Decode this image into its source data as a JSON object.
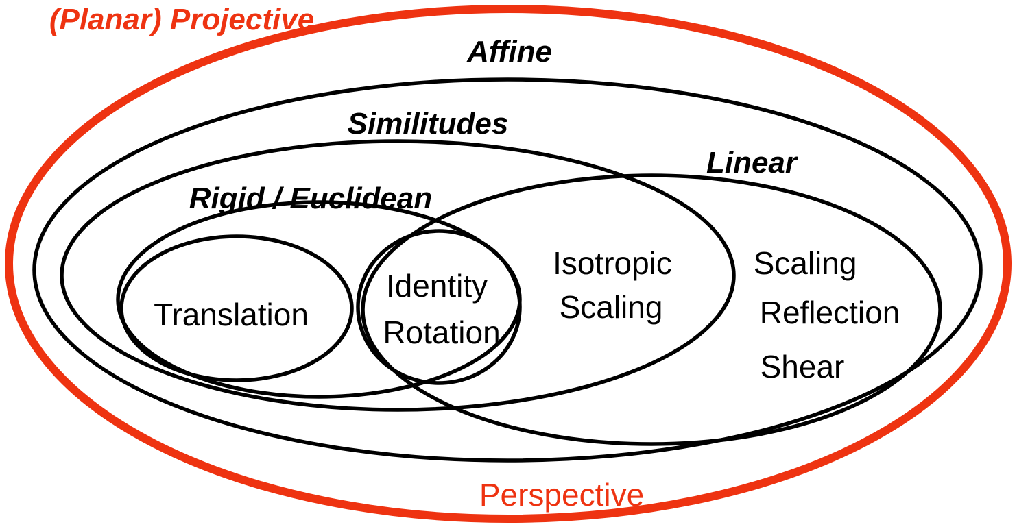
{
  "diagram": {
    "type": "euler-venn",
    "title": "(Planar) Projective",
    "description": "Hierarchy of planar geometric transformations shown as nested and overlapping ellipses",
    "sets": [
      {
        "name": "projective",
        "label": "(Planar) Projective",
        "alt_label": "Perspective",
        "stroke_color": "#EE3311",
        "contains": [
          "affine",
          "similitudes",
          "linear",
          "rigid",
          "translation",
          "identity"
        ]
      },
      {
        "name": "affine",
        "label": "Affine",
        "stroke_color": "#000000",
        "contains": [
          "similitudes",
          "linear",
          "rigid",
          "translation",
          "identity"
        ]
      },
      {
        "name": "similitudes",
        "label": "Similitudes",
        "stroke_color": "#000000",
        "contains": [
          "rigid",
          "translation",
          "identity"
        ],
        "overlaps": [
          "linear"
        ]
      },
      {
        "name": "linear",
        "label": "Linear",
        "stroke_color": "#000000",
        "overlaps": [
          "similitudes",
          "rigid",
          "identity"
        ]
      },
      {
        "name": "rigid",
        "label": "Rigid / Euclidean",
        "stroke_color": "#000000",
        "contains": [
          "translation",
          "identity"
        ]
      },
      {
        "name": "translation",
        "label": "Translation",
        "stroke_color": "#000000"
      },
      {
        "name": "identity",
        "label": "Identity Rotation",
        "stroke_color": "#000000"
      }
    ],
    "region_labels": [
      {
        "region": "similitudes ∩ linear",
        "text": "Isotropic Scaling"
      },
      {
        "region": "linear only",
        "text": "Scaling Reflection Shear"
      },
      {
        "region": "projective bottom",
        "text": "Perspective"
      }
    ]
  },
  "labels": {
    "projective": "(Planar) Projective",
    "affine": "Affine",
    "similitudes": "Similitudes",
    "linear": "Linear",
    "rigid": "Rigid / Euclidean",
    "translation": "Translation",
    "identity": "Identity",
    "rotation": "Rotation",
    "isotropic_line1": "Isotropic",
    "isotropic_line2": "Scaling",
    "scaling_right": "Scaling",
    "reflection": "Reflection",
    "shear": "Shear",
    "perspective": "Perspective"
  },
  "colors": {
    "accent_red": "#EE3311",
    "stroke_black": "#000000",
    "background": "#FFFFFF"
  }
}
